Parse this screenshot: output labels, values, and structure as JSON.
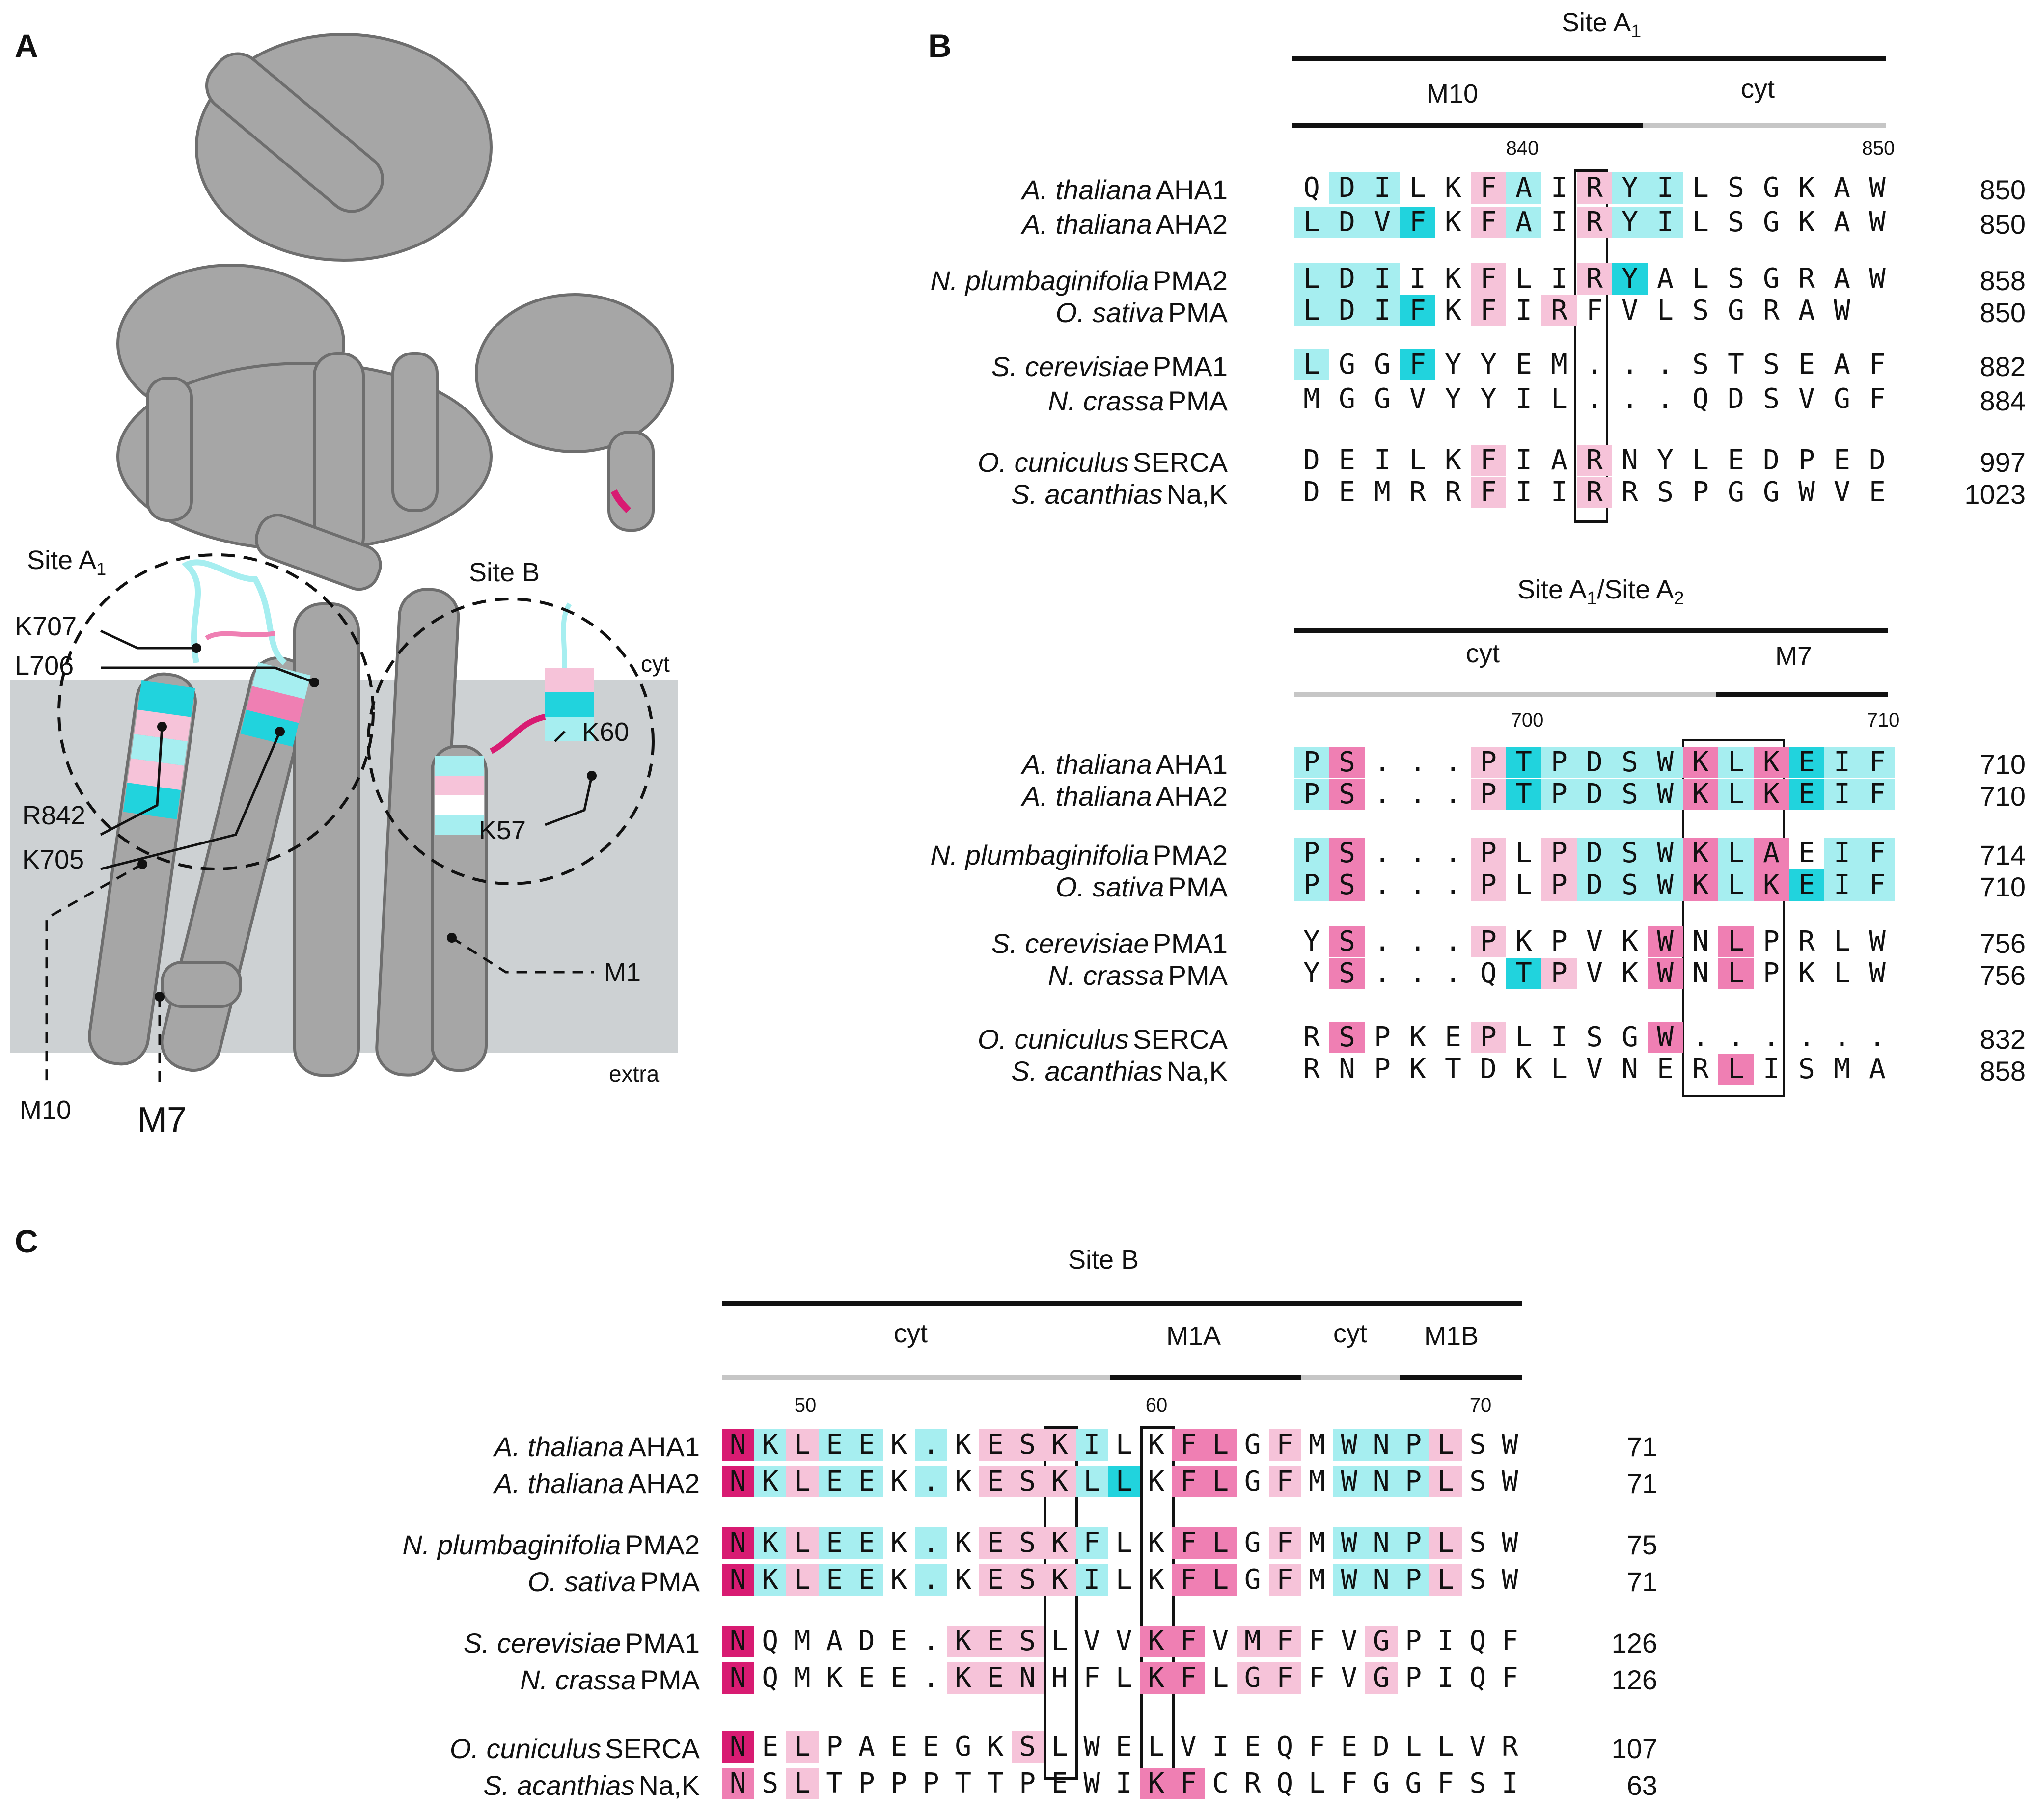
{
  "panels": {
    "A": "A",
    "B": "B",
    "C": "C"
  },
  "colors": {
    "cyan": "#21d3dd",
    "light_cyan": "#a6eef0",
    "magenta": "#d81b72",
    "pink": "#ef7fb3",
    "light_pink": "#f6c3d9",
    "membrane": "#cdd1d3",
    "protein": "#9a9a9a"
  },
  "panelA": {
    "site_a1": "Site A",
    "site_a1_sub": "1",
    "site_b": "Site B",
    "cyt": "cyt",
    "extra": "extra",
    "labels": [
      "K707",
      "L706",
      "R842",
      "K705",
      "K60",
      "K57",
      "M1",
      "M10",
      "M7"
    ]
  },
  "panelB_top": {
    "site": "Site A",
    "site_sub": "1",
    "segments": [
      "M10",
      "cyt"
    ],
    "ticks": [
      "840",
      "850"
    ],
    "rows": [
      {
        "genus": "A. thaliana",
        "protein": "AHA1",
        "seq": "QDILKFAIRYILSGKAW",
        "num": "850",
        "colors": "-cc--pc-pcc------"
      },
      {
        "genus": "A. thaliana",
        "protein": "AHA2",
        "seq": "LDVFKFAIRYILSGKAW",
        "num": "850",
        "colors": "cccC-pc-pcc------"
      },
      {
        "genus": "N. plumbaginifolia",
        "protein": "PMA2",
        "seq": "LDIIKFLIRYALSGRAW",
        "num": "858",
        "colors": "ccc--p--pC-------"
      },
      {
        "genus": "O. sativa",
        "protein": "PMA",
        "seq": "LDIFKFIRFVLSGRAW",
        "num": "850",
        "colors": "cccC-p-p--------"
      },
      {
        "genus": "S. cerevisiae",
        "protein": "PMA1",
        "seq": "LGGFYYEM...STSEAF",
        "num": "882",
        "colors": "c--C-------------"
      },
      {
        "genus": "N. crassa",
        "protein": "PMA",
        "seq": "MGGVYYIL...QDSVGF",
        "num": "884",
        "colors": "-----------------"
      },
      {
        "genus": "O. cuniculus",
        "protein": "SERCA",
        "seq": "DEILKFIARNYLEDPED",
        "num": "997",
        "colors": "-----p--p--------"
      },
      {
        "genus": "S. acanthias",
        "protein": "Na,K",
        "seq": "DEMRRFIIRRSPGGWVE",
        "num": "1023",
        "colors": "-----p--p--------"
      }
    ]
  },
  "panelB_bottom": {
    "site": "Site A",
    "site_sub1": "1",
    "site_sub2": "2",
    "segments": [
      "cyt",
      "M7"
    ],
    "ticks": [
      "700",
      "710"
    ],
    "rows": [
      {
        "genus": "A. thaliana",
        "protein": "AHA1",
        "seq": "PS...PTPDSWKLKEIF",
        "num": "710",
        "colors": "cm---pCccccmcmCccc"
      },
      {
        "genus": "A. thaliana",
        "protein": "AHA2",
        "seq": "PS...PTPDSWKLKEIF",
        "num": "710",
        "colors": "cm---pCccccmcmCccc"
      },
      {
        "genus": "N. plumbaginifolia",
        "protein": "PMA2",
        "seq": "PS...PLPDSWKLAEIF",
        "num": "714",
        "colors": "cm---p-pcccmcm-ccc"
      },
      {
        "genus": "O. sativa",
        "protein": "PMA",
        "seq": "PS...PLPDSWKLKEIF",
        "num": "710",
        "colors": "cm---p-pcccmcmCccc"
      },
      {
        "genus": "S. cerevisiae",
        "protein": "PMA1",
        "seq": "YS...PKPVKWNLPRLW",
        "num": "756",
        "colors": "-m---p----m-m-----"
      },
      {
        "genus": "N. crassa",
        "protein": "PMA",
        "seq": "YS...QTPVKWNLPKLW",
        "num": "756",
        "colors": "-m----Cp--m-m-----"
      },
      {
        "genus": "O. cuniculus",
        "protein": "SERCA",
        "seq": "RSPKEPLISGW......",
        "num": "832",
        "colors": "-m---p----m-------"
      },
      {
        "genus": "S. acanthias",
        "protein": "Na,K",
        "seq": "RNPKTDKLVNERLISMA",
        "num": "858",
        "colors": "------------m-----"
      }
    ]
  },
  "panelC": {
    "site": "Site B",
    "segments": [
      "cyt",
      "M1A",
      "cyt",
      "M1B"
    ],
    "ticks": [
      "50",
      "60",
      "70"
    ],
    "rows": [
      {
        "genus": "A. thaliana",
        "protein": "AHA1",
        "seq": "NKLEEK.KESKILKFLGFMWNPLSW",
        "num": "71",
        "colors": "Mcpcc c-pppc--mm-p-cccp--c"
      },
      {
        "genus": "A. thaliana",
        "protein": "AHA2",
        "seq": "NKLEEK.KESKLLKFLGFMWNPLSW",
        "num": "71",
        "colors": "Mcpcc c-pppcC-mm-p-cccp--c"
      },
      {
        "genus": "N. plumbaginifolia",
        "protein": "PMA2",
        "seq": "NKLEEK.KESKFLKFLGFMWNPLSW",
        "num": "75",
        "colors": "Mcpcc c-pppc--mm-p-cccp--c"
      },
      {
        "genus": "O. sativa",
        "protein": "PMA",
        "seq": "NKLEEK.KESKILKFLGFMWNPLSW",
        "num": "71",
        "colors": "Mcpcc c-pppc--mm-p-cccp--c"
      },
      {
        "genus": "S. cerevisiae",
        "protein": "PMA1",
        "seq": "NQMADE.KESLVVKFVMFFVGPIQF",
        "num": "126",
        "colors": "M------ppp---mm-pp--p----"
      },
      {
        "genus": "N. crassa",
        "protein": "PMA",
        "seq": "NQMKEE.KENHFLKFLGFFVGPIQF",
        "num": "126",
        "colors": "M------ppp---mm-pp--p----"
      },
      {
        "genus": "O. cuniculus",
        "protein": "SERCA",
        "seq": "NELPAEEGKSLWELVIEQFEDLLVR",
        "num": "107",
        "colors": "M-p------p---------------"
      },
      {
        "genus": "S. acanthias",
        "protein": "Na,K",
        "seq": "NSLTPPPTTPEWIKFCRQLFGGFSI",
        "num": "63",
        "colors": "m-p----------mm----------"
      }
    ]
  }
}
